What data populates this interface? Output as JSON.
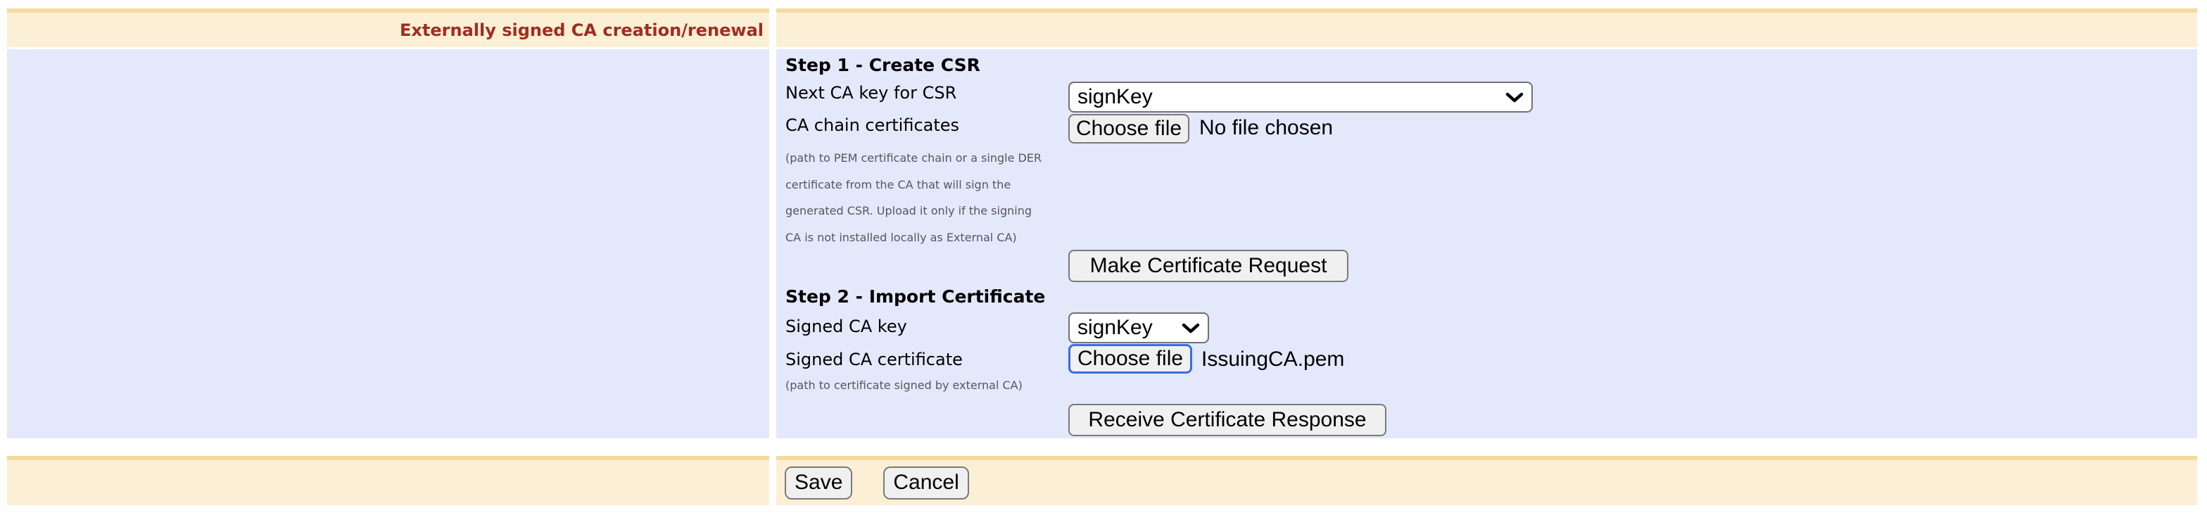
{
  "header": {
    "title": "Externally signed CA creation/renewal"
  },
  "colors": {
    "bar_background": "#FBF0D5",
    "bar_top_stripe": "#F4D9A1",
    "panel_background": "#E4E8FB",
    "title_color": "#A22C20",
    "help_text_color": "#56565E",
    "focus_ring": "#3B6CE3"
  },
  "step1": {
    "heading": "Step 1 - Create CSR",
    "next_key": {
      "label": "Next CA key for CSR",
      "selected": "signKey"
    },
    "chain": {
      "label": "CA chain certificates",
      "button": "Choose file",
      "status": "No file chosen"
    },
    "help_lines": [
      "(path to PEM certificate chain or a single DER",
      "certificate from the CA that will sign the",
      "generated CSR. Upload it only if the signing",
      "CA is not installed locally as External CA)"
    ],
    "make_request_button": "Make Certificate Request"
  },
  "step2": {
    "heading": "Step 2 - Import Certificate",
    "signed_key": {
      "label": "Signed CA key",
      "selected": "signKey"
    },
    "signed_cert": {
      "label": "Signed CA certificate",
      "button": "Choose file",
      "filename": "IssuingCA.pem"
    },
    "help": "(path to certificate signed by external CA)",
    "receive_button": "Receive Certificate Response"
  },
  "footer": {
    "save_button": "Save",
    "cancel_button": "Cancel"
  }
}
